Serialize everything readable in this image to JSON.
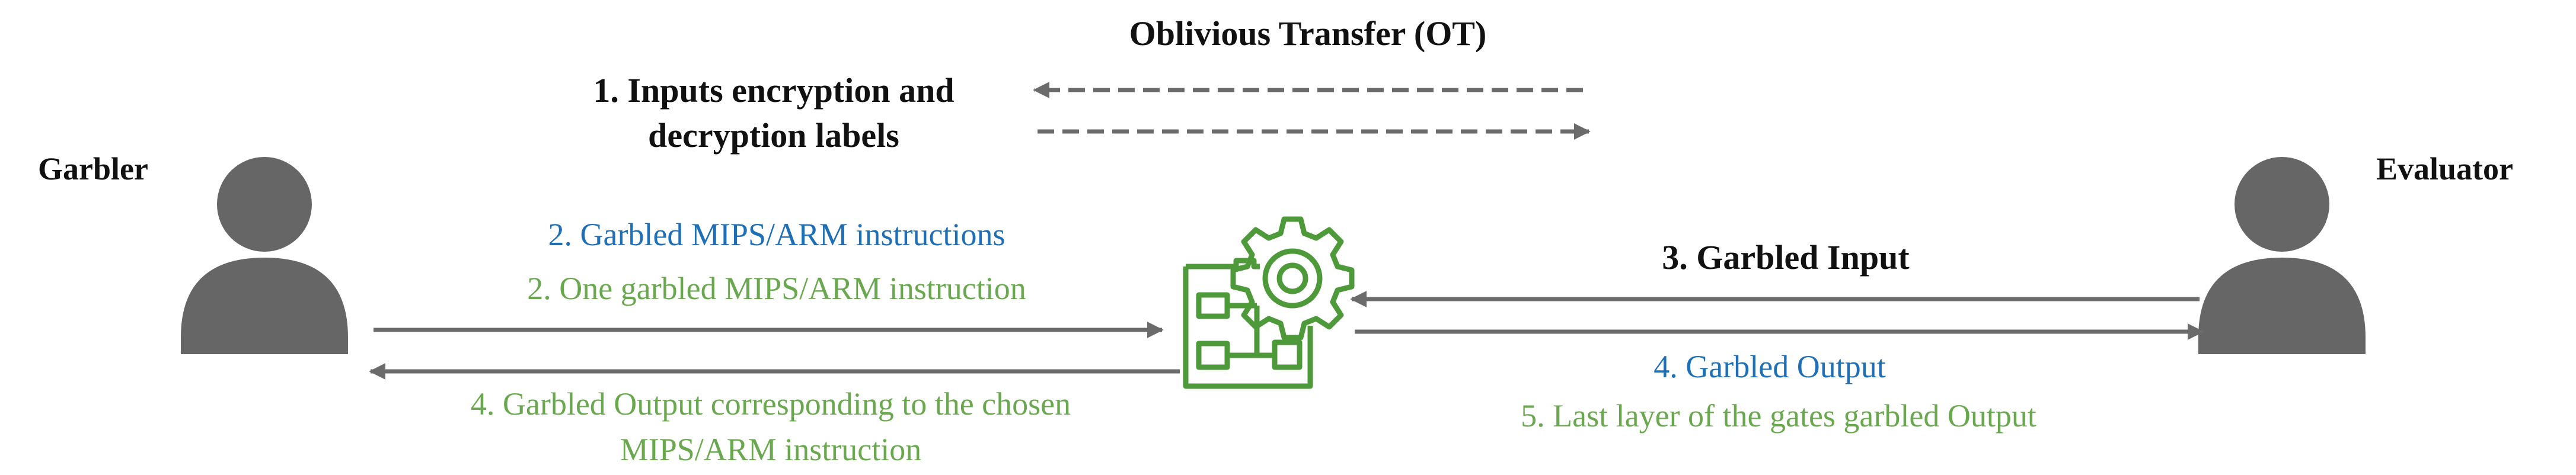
{
  "title": "Oblivious Transfer (OT)",
  "actors": {
    "garbler": "Garbler",
    "evaluator": "Evaluator"
  },
  "ot_label": {
    "line1": "1. Inputs encryption and",
    "line2": "decryption labels"
  },
  "left_upper": {
    "line1": "2. Garbled MIPS/ARM instructions",
    "line2": "2. One garbled MIPS/ARM instruction"
  },
  "left_lower": {
    "line1": "4. Garbled Output corresponding to the chosen",
    "line2": "MIPS/ARM instruction"
  },
  "right_upper": "3. Garbled Input",
  "right_lower": {
    "line1": "4. Garbled Output",
    "line2": "5. Last layer of the gates garbled Output"
  },
  "colors": {
    "blue": "#1f6fb6",
    "green": "#6aa84f",
    "gray": "#6b6b6b",
    "icon_green": "#4e9a3a"
  },
  "icons": [
    "person-icon",
    "circuit-gear-icon"
  ]
}
